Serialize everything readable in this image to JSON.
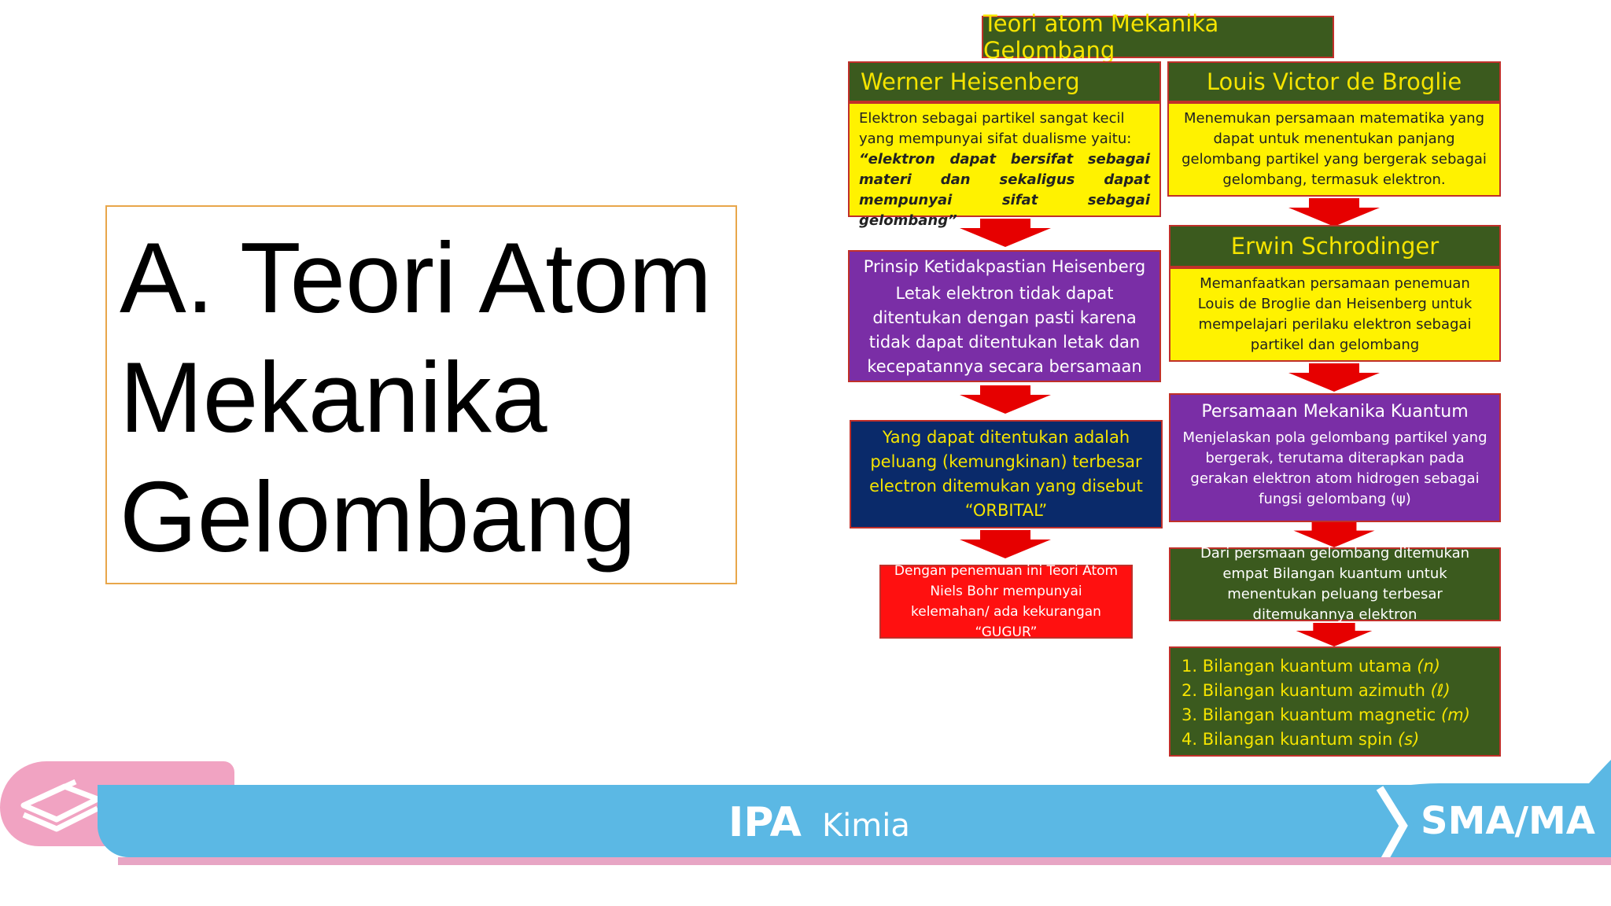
{
  "title": {
    "lines": [
      "A. Teori Atom",
      "Mekanika",
      "Gelombang"
    ]
  },
  "diagram": {
    "top_header": "Teori atom Mekanika Gelombang",
    "left": {
      "heisenberg_header": "Werner Heisenberg",
      "heisenberg_text_1": "Elektron sebagai partikel sangat kecil yang mempunyai sifat dualisme yaitu:",
      "heisenberg_text_2": "“elektron dapat bersifat sebagai materi dan sekaligus dapat mempunyai sifat sebagai gelombang”",
      "prinsip_header": "Prinsip Ketidakpastian Heisenberg",
      "prinsip_text": "Letak elektron tidak dapat ditentukan dengan pasti karena tidak dapat ditentukan letak dan kecepatannya secara bersamaan",
      "orbital_text": "Yang dapat ditentukan adalah peluang (kemungkinan) terbesar electron ditemukan yang disebut “ORBITAL”",
      "gugur_text": "Dengan penemuan ini Teori Atom Niels Bohr mempunyai kelemahan/ ada kekurangan “GUGUR”"
    },
    "right": {
      "broglie_header": "Louis Victor de Broglie",
      "broglie_text": "Menemukan persamaan matematika yang dapat untuk menentukan panjang gelombang partikel yang bergerak sebagai gelombang, termasuk elektron.",
      "schrodinger_header": "Erwin Schrodinger",
      "schrodinger_text": "Memanfaatkan persamaan penemuan Louis de Broglie dan Heisenberg untuk mempelajari perilaku elektron sebagai partikel dan gelombang",
      "kuantum_header": "Persamaan Mekanika Kuantum",
      "kuantum_text": "Menjelaskan pola gelombang partikel yang bergerak, terutama diterapkan pada gerakan elektron atom hidrogen sebagai fungsi gelombang (ψ)",
      "bilangan_text": "Dari persmaan gelombang ditemukan empat Bilangan kuantum untuk menentukan peluang terbesar ditemukannya elektron",
      "list": [
        {
          "num": "1.",
          "label": "Bilangan kuantum utama",
          "sym": "(n)"
        },
        {
          "num": "2.",
          "label": "Bilangan kuantum azimuth",
          "sym": "(ℓ)"
        },
        {
          "num": "3.",
          "label": "Bilangan kuantum magnetic",
          "sym": "(m)"
        },
        {
          "num": "4.",
          "label": "Bilangan kuantum spin",
          "sym": "(s)"
        }
      ]
    }
  },
  "banner": {
    "subject": "IPA",
    "course": "Kimia",
    "level": "SMA/MA",
    "logo_icon": "books-icon"
  }
}
